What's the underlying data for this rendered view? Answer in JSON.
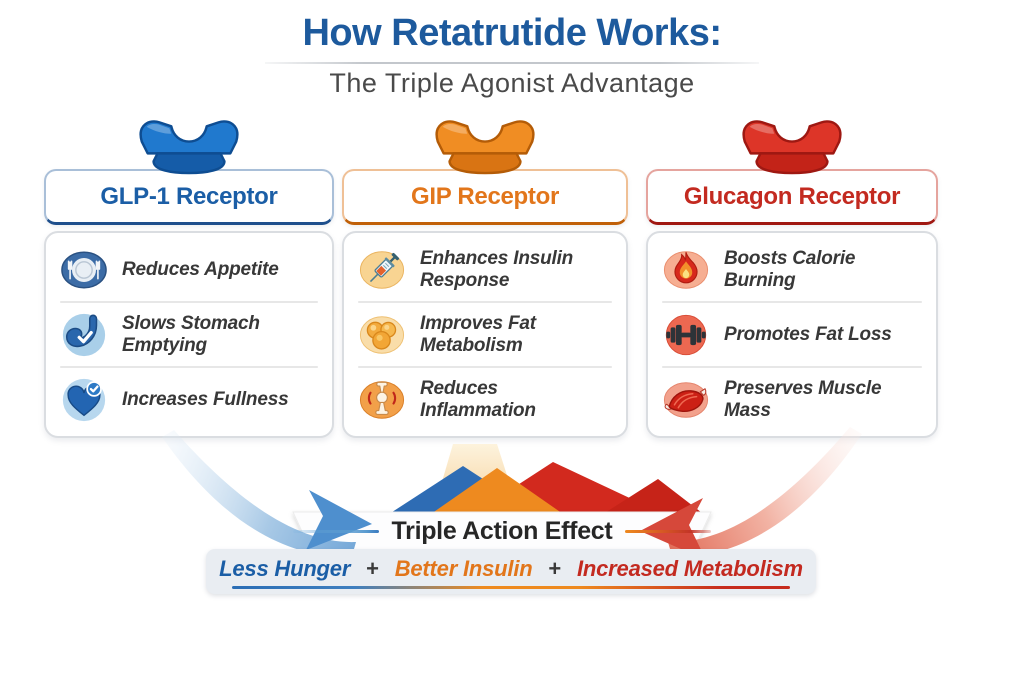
{
  "header": {
    "title": "How Retatrutide Works:",
    "subtitle": "The Triple Agonist Advantage"
  },
  "columns": [
    {
      "name": "GLP-1 Receptor",
      "color": "#1b5ea6",
      "receptor_icon": "glp1-receptor-icon",
      "items": [
        {
          "icon": "plate-utensils-icon",
          "label": "Reduces Appetite"
        },
        {
          "icon": "stomach-check-icon",
          "label": "Slows Stomach Emptying"
        },
        {
          "icon": "heart-check-icon",
          "label": "Increases Fullness"
        }
      ]
    },
    {
      "name": "GIP Receptor",
      "color": "#e2761b",
      "receptor_icon": "gip-receptor-icon",
      "items": [
        {
          "icon": "syringe-icon",
          "label": "Enhances Insulin Response"
        },
        {
          "icon": "fat-cells-icon",
          "label": "Improves Fat Metabolism"
        },
        {
          "icon": "joint-icon",
          "label": "Reduces Inflammation"
        }
      ]
    },
    {
      "name": "Glucagon Receptor",
      "color": "#c32a20",
      "receptor_icon": "glucagon-receptor-icon",
      "items": [
        {
          "icon": "flame-icon",
          "label": "Boosts Calorie Burning"
        },
        {
          "icon": "dumbbell-icon",
          "label": "Promotes Fat Loss"
        },
        {
          "icon": "muscle-icon",
          "label": "Preserves Muscle Mass"
        }
      ]
    }
  ],
  "footer": {
    "banner_title": "Triple Action Effect",
    "equation": [
      {
        "text": "Less Hunger",
        "color": "#1b5ea6"
      },
      {
        "text": "+",
        "color": "#3a3a3a"
      },
      {
        "text": "Better Insulin",
        "color": "#e2761b"
      },
      {
        "text": "+",
        "color": "#3a3a3a"
      },
      {
        "text": "Increased Metabolism",
        "color": "#c32a20"
      }
    ]
  },
  "palette": {
    "title_blue": "#1d5a9d",
    "subtitle_gray": "#4a4a4a",
    "item_text": "#383838",
    "pill_background": "#e9edf2",
    "arrow_blue": "#4e8fce",
    "arrow_red": "#da4f38"
  }
}
